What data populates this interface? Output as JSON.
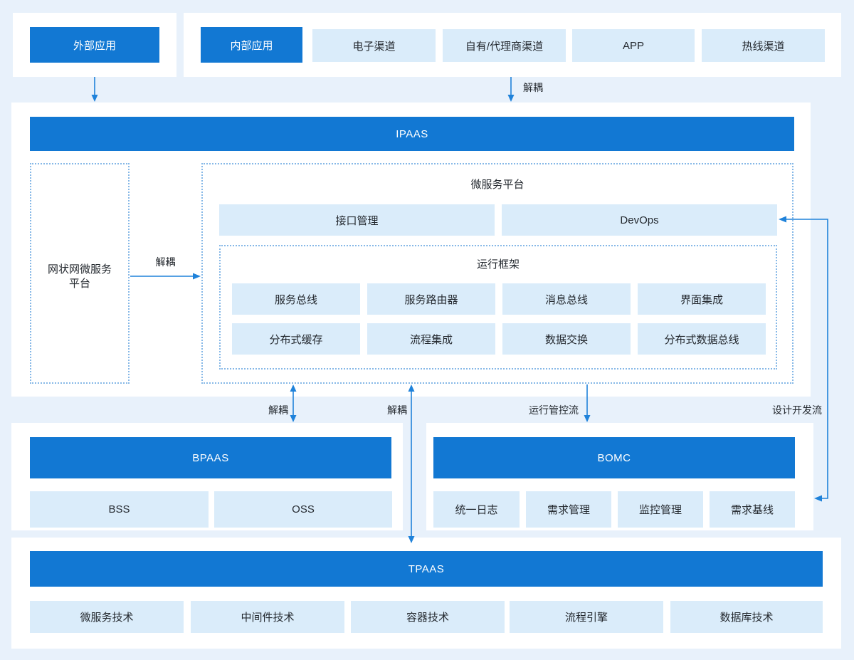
{
  "top_left_panel": {
    "external_app": "外部应用"
  },
  "top_right_panel": {
    "internal_app": "内部应用",
    "channels": [
      "电子渠道",
      "自有/代理商渠道",
      "APP",
      "热线渠道"
    ]
  },
  "flow_labels": {
    "decouple_top": "解耦",
    "decouple_mesh": "解耦",
    "decouple_bpaas": "解耦",
    "decouple_tpaas": "解耦",
    "runtime_control_flow": "运行管控流",
    "design_dev_flow": "设计开发流"
  },
  "ipaas_panel": {
    "banner": "IPAAS",
    "mesh_platform": "网状网微服务平台",
    "microservice_platform": {
      "title": "微服务平台",
      "interface_mgmt": "接口管理",
      "devops": "DevOps",
      "runtime_framework": {
        "title": "运行框架",
        "row1": [
          "服务总线",
          "服务路由器",
          "消息总线",
          "界面集成"
        ],
        "row2": [
          "分布式缓存",
          "流程集成",
          "数据交换",
          "分布式数据总线"
        ]
      }
    }
  },
  "bpaas_panel": {
    "banner": "BPAAS",
    "items": [
      "BSS",
      "OSS"
    ]
  },
  "bomc_panel": {
    "banner": "BOMC",
    "items": [
      "统一日志",
      "需求管理",
      "监控管理",
      "需求基线"
    ]
  },
  "tpaas_panel": {
    "banner": "TPAAS",
    "items": [
      "微服务技术",
      "中间件技术",
      "容器技术",
      "流程引擎",
      "数据库技术"
    ]
  },
  "colors": {
    "background": "#e8f1fb",
    "panel": "#ffffff",
    "primary_blue": "#1278d3",
    "light_blue_box": "#daecfa",
    "arrow_blue": "#1f82da",
    "dotted_border": "#86b8e7",
    "text": "#24292f"
  }
}
